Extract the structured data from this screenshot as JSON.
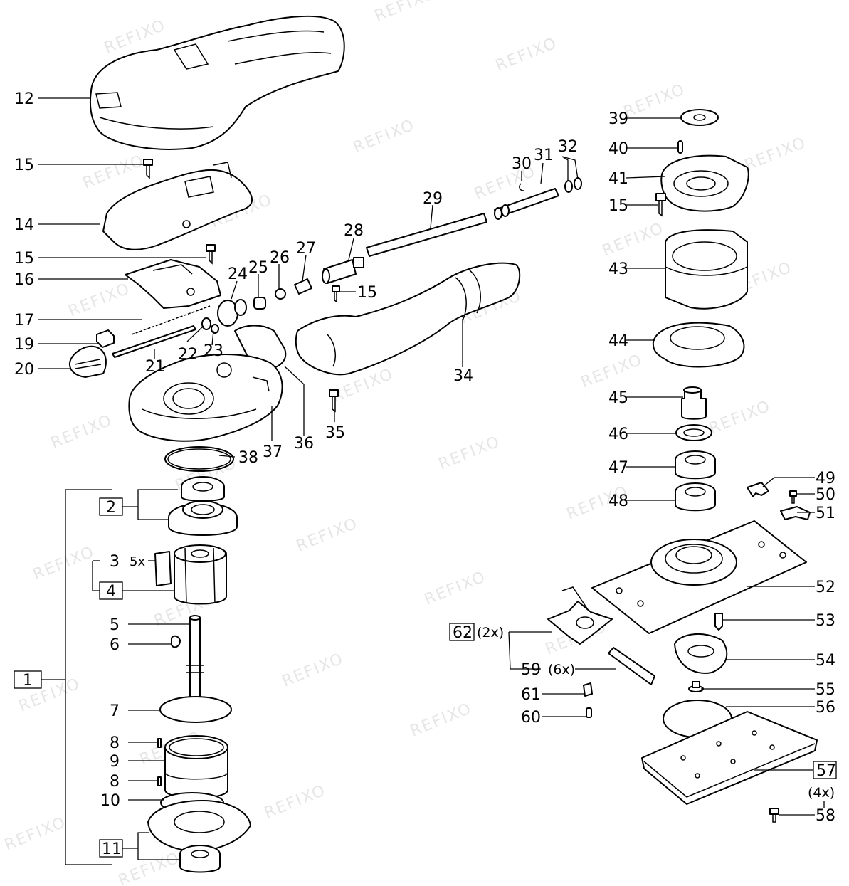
{
  "watermark": "REFIXO",
  "labels": {
    "l1": "1",
    "l2": "2",
    "l3": "3",
    "l3q": "5x",
    "l4": "4",
    "l5": "5",
    "l6": "6",
    "l7": "7",
    "l8a": "8",
    "l8b": "8",
    "l9": "9",
    "l10": "10",
    "l11": "11",
    "l12": "12",
    "l14": "14",
    "l15a": "15",
    "l15b": "15",
    "l15c": "15",
    "l15d": "15",
    "l16": "16",
    "l17": "17",
    "l19": "19",
    "l20": "20",
    "l21": "21",
    "l22": "22",
    "l23": "23",
    "l24": "24",
    "l25": "25",
    "l26": "26",
    "l27": "27",
    "l28": "28",
    "l29": "29",
    "l30": "30",
    "l31": "31",
    "l32": "32",
    "l34": "34",
    "l35": "35",
    "l36": "36",
    "l37": "37",
    "l38": "38",
    "l39": "39",
    "l40": "40",
    "l41": "41",
    "l43": "43",
    "l44": "44",
    "l45": "45",
    "l46": "46",
    "l47": "47",
    "l48": "48",
    "l49": "49",
    "l50": "50",
    "l51": "51",
    "l52": "52",
    "l53": "53",
    "l54": "54",
    "l55": "55",
    "l56": "56",
    "l57": "57",
    "l57q": "(4x)",
    "l58": "58",
    "l59": "59",
    "l59q": "(6x)",
    "l60": "60",
    "l61": "61",
    "l62": "62",
    "l62q": "(2x)"
  }
}
